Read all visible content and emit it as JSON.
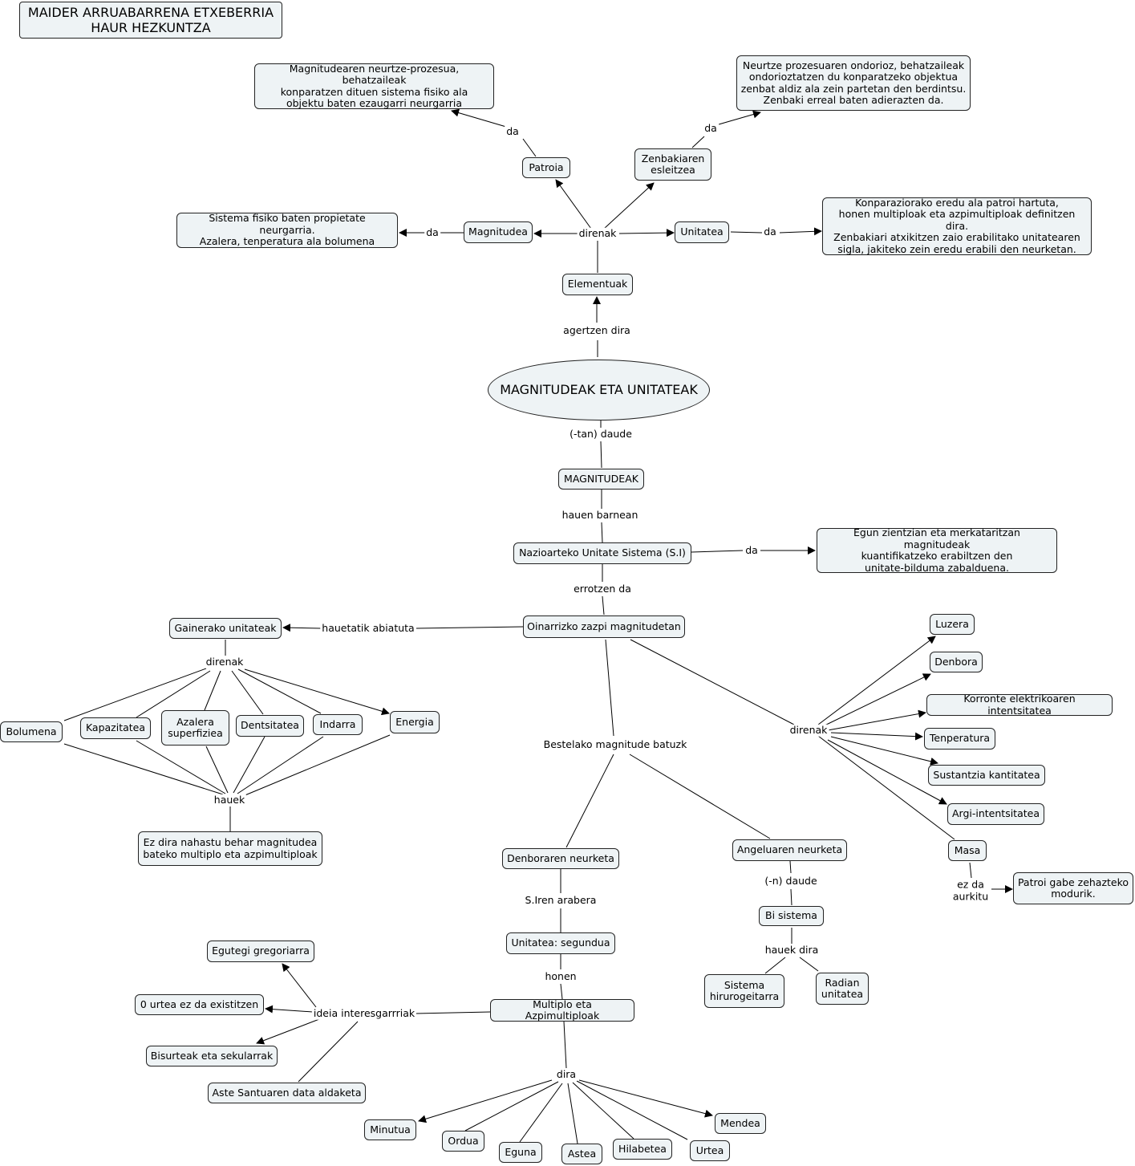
{
  "header": {
    "title": "MAIDER ARRUABARRENA ETXEBERRIA\nHAUR HEZKUNTZA"
  },
  "central": "MAGNITUDEAK ETA UNITATEAK",
  "concepts": {
    "elementuak": "Elementuak",
    "magnitudea": "Magnitudea",
    "magnitudea_def": "Sistema fisiko baten propietate neurgarria.\nAzalera, tenperatura ala bolumena",
    "patroia": "Patroia",
    "patroia_def": "Magnitudearen neurtze-prozesua, behatzaileak\nkonparatzen dituen sistema fisiko ala\nobjektu baten ezaugarri neurgarria",
    "zenbakiaren": "Zenbakiaren\nesleitzea",
    "zenbakiaren_def": "Neurtze prozesuaren ondorioz, behatzaileak\nondorioztatzen du konparatzeko objektua\nzenbat aldiz ala zein partetan den berdintsu.\nZenbaki erreal baten adierazten da.",
    "unitatea": "Unitatea",
    "unitatea_def": "Konparaziorako eredu ala patroi hartuta,\nhonen multiploak eta azpimultiploak definitzen dira.\nZenbakiari atxikitzen zaio erabilitako unitatearen\nsigla, jakiteko zein eredu erabili den neurketan.",
    "magnitudeak": "MAGNITUDEAK",
    "si": "Nazioarteko Unitate Sistema (S.I)",
    "si_def": "Egun zientzian eta merkataritzan magnitudeak\nkuantifikatzeko erabiltzen den\nunitate-bilduma zabalduena.",
    "oinarrizko": "Oinarrizko zazpi magnitudetan",
    "gainerako": "Gainerako unitateak",
    "bolumena": "Bolumena",
    "kapazitatea": "Kapazitatea",
    "azalera": "Azalera\nsuperfiziea",
    "dentsitatea": "Dentsitatea",
    "indarra": "Indarra",
    "energia": "Energia",
    "ez_dira": "Ez dira nahastu behar magnitudea\nbateko multiplo eta azpimultiploak",
    "luzera": "Luzera",
    "denbora": "Denbora",
    "korronte": "Korronte elektrikoaren intentsitatea",
    "tenperatura": "Tenperatura",
    "sustantzia": "Sustantzia kantitatea",
    "argi": "Argi-intentsitatea",
    "masa": "Masa",
    "patroi_gabe": "Patroi gabe zehazteko\nmodurik.",
    "denboraren": "Denboraren neurketa",
    "angeluaren": "Angeluaren neurketa",
    "bi_sistema": "Bi sistema",
    "sistema_hiru": "Sistema\nhirurogeitarra",
    "radian": "Radian\nunitatea",
    "unitatea_seg": "Unitatea: segundua",
    "multiplo": "Multiplo eta Azpimultiploak",
    "egutegi": "Egutegi gregoriarra",
    "urtea_zero": "0 urtea ez da existitzen",
    "bisurteak": "Bisurteak eta sekularrak",
    "aste_santu": "Aste Santuaren data aldaketa",
    "minutua": "Minutua",
    "ordua": "Ordua",
    "eguna": "Eguna",
    "astea": "Astea",
    "hilabetea": "Hilabetea",
    "urtea": "Urtea",
    "mendea": "Mendea"
  },
  "links": {
    "agertzen": "agertzen dira",
    "direnak_top": "direnak",
    "da_magnitudea": "da",
    "da_patroia": "da",
    "da_zenbakiaren": "da",
    "da_unitatea": "da",
    "tan_daude": "(-tan) daude",
    "hauen_barnean": "hauen barnean",
    "da_si": "da",
    "errotzen": "errotzen da",
    "hauetatik": "hauetatik abiatuta",
    "direnak_left": "direnak",
    "hauek": "hauek",
    "direnak_right": "direnak",
    "ez_da": "ez da\naurkitu",
    "bestelako": "Bestelako magnitude batuzk",
    "siren": "S.Iren arabera",
    "honen": "honen",
    "ideia": "ideia interesgarrriak",
    "dira": "dira",
    "n_daude": "(-n) daude",
    "hauek_dira": "hauek dira"
  }
}
